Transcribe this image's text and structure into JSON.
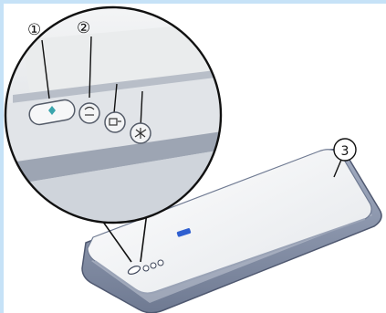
{
  "callouts": {
    "one": "①",
    "two": "②",
    "three": "3"
  },
  "colors": {
    "frame": "#c6e2f7",
    "scanner_body": "#8a95ad",
    "scanner_lid": "#eef0f2",
    "indicator": "#2f5fd0",
    "button_face": "#d8dde3"
  },
  "icons": [
    "start-button-icon",
    "copy-button-icon",
    "scan-to-email-button-icon",
    "scan-to-pdf-button-icon"
  ]
}
